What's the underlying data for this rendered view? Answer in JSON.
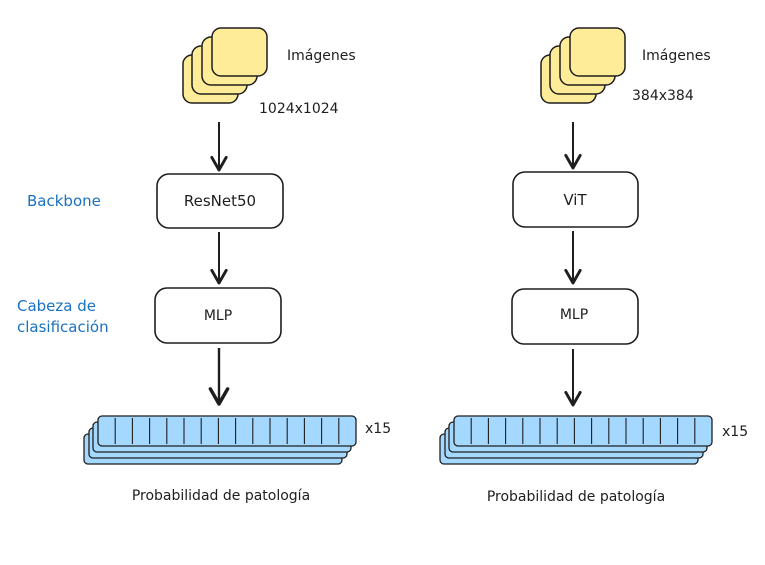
{
  "side_labels": {
    "backbone": "Backbone",
    "head_line1": "Cabeza de",
    "head_line2": "clasificación"
  },
  "pipelines": [
    {
      "id": "left",
      "images_label": "Imágenes",
      "resolution": "1024x1024",
      "backbone": "ResNet50",
      "head": "MLP",
      "multiplier": "x15",
      "output": "Probabilidad de patología"
    },
    {
      "id": "right",
      "images_label": "Imágenes",
      "resolution": "384x384",
      "backbone": "ViT",
      "head": "MLP",
      "multiplier": "x15",
      "output": "Probabilidad de patología"
    }
  ],
  "colors": {
    "image_fill": "#ffec99",
    "output_fill": "#a5d8ff",
    "stroke": "#1e1e1e",
    "accent_text": "#1971c2"
  }
}
